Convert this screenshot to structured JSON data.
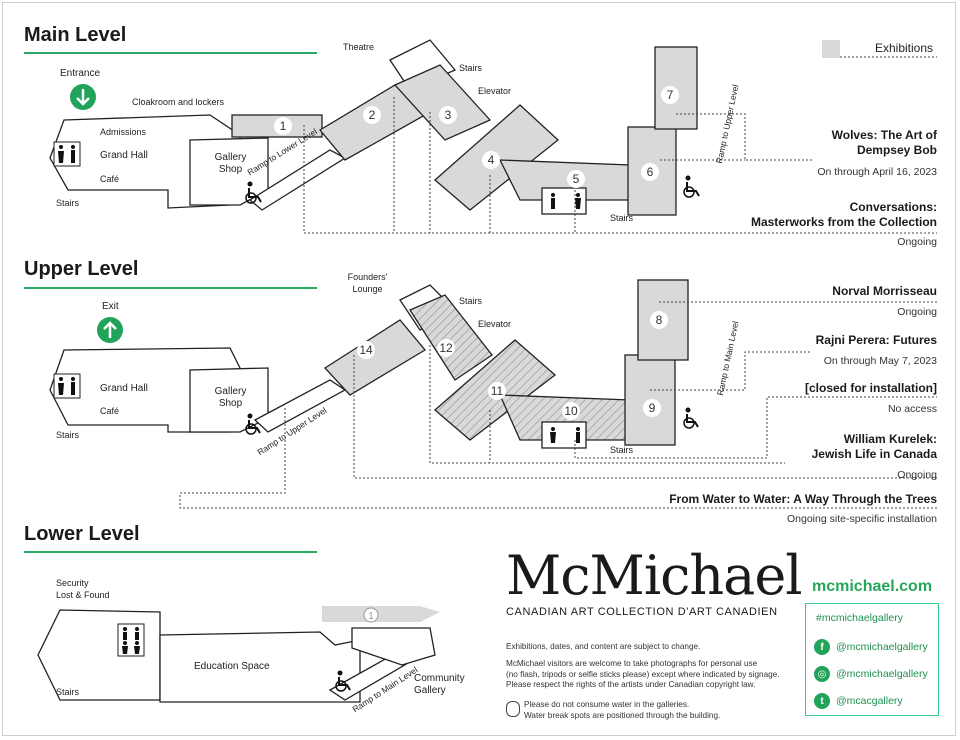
{
  "levels": {
    "main": "Main Level",
    "upper": "Upper Level",
    "lower": "Lower Level"
  },
  "legend": {
    "exhibitions": "Exhibitions"
  },
  "main_labels": {
    "entrance": "Entrance",
    "cloakroom": "Cloakroom and lockers",
    "admissions": "Admissions",
    "grand_hall": "Grand Hall",
    "cafe": "Café",
    "stairs": "Stairs",
    "gallery_shop_1": "Gallery",
    "gallery_shop_2": "Shop",
    "ramp": "Ramp to Lower Level",
    "theatre": "Theatre",
    "stairs_right": "Stairs",
    "elevator": "Elevator",
    "stairs_bottom": "Stairs",
    "ramp_upper": "Ramp to Upper Level",
    "rooms": [
      "1",
      "2",
      "3",
      "4",
      "5",
      "6",
      "7"
    ]
  },
  "upper_labels": {
    "exit": "Exit",
    "founders_1": "Founders'",
    "founders_2": "Lounge",
    "grand_hall": "Grand Hall",
    "cafe": "Café",
    "stairs": "Stairs",
    "gallery_shop_1": "Gallery",
    "gallery_shop_2": "Shop",
    "ramp": "Ramp to Upper Level",
    "stairs_right": "Stairs",
    "elevator": "Elevator",
    "stairs_bottom": "Stairs",
    "ramp_main": "Ramp to Main Level",
    "rooms": [
      "8",
      "9",
      "10",
      "11",
      "12",
      "14"
    ]
  },
  "lower_labels": {
    "security_1": "Security",
    "security_2": "Lost & Found",
    "education": "Education Space",
    "stairs": "Stairs",
    "ramp": "Ramp to Main Level",
    "community_1": "Community",
    "community_2": "Gallery",
    "room": "1"
  },
  "exhibitions": [
    {
      "title_lines": [
        "Wolves: The Art of",
        "Dempsey Bob"
      ],
      "subtitle": "On through April 16, 2023"
    },
    {
      "title_lines": [
        "Conversations:",
        "Masterworks from the Collection"
      ],
      "subtitle": "Ongoing"
    },
    {
      "title_lines": [
        "Norval Morrisseau"
      ],
      "subtitle": "Ongoing"
    },
    {
      "title_lines": [
        "Rajni Perera: Futures"
      ],
      "subtitle": "On through May 7, 2023"
    },
    {
      "title_lines": [
        "[closed for installation]"
      ],
      "subtitle": "No access"
    },
    {
      "title_lines": [
        "William Kurelek:",
        "Jewish Life in Canada"
      ],
      "subtitle": "Ongoing"
    },
    {
      "title_lines": [
        "From Water to Water: A Way Through the Trees"
      ],
      "subtitle": "Ongoing site-specific installation"
    }
  ],
  "brand": {
    "wordmark": "McMichael",
    "tagline": "CANADIAN ART COLLECTION D'ART CANADIEN",
    "website": "mcmichael.com",
    "hashtag": "#mcmichaelgallery",
    "social": [
      {
        "icon": "facebook-icon",
        "handle": "@mcmichaelgallery"
      },
      {
        "icon": "instagram-icon",
        "handle": "@mcmichaelgallery"
      },
      {
        "icon": "twitter-icon",
        "handle": "@mcacgallery"
      }
    ]
  },
  "notes": {
    "note1": "Exhibitions, dates, and content are subject to change.",
    "note2_l1": "McMichael visitors are welcome to take photographs for personal use",
    "note2_l2": "(no flash, tripods or selfie sticks please) except where indicated by signage.",
    "note2_l3": "Please respect the rights of the artists under Canadian copyright law.",
    "note3_l1": "Please do not consume water in the galleries.",
    "note3_l2": "Water break spots are positioned through the building."
  },
  "colors": {
    "accent": "#2aa868",
    "gallery_fill": "#d9d9d9",
    "wall": "#222222"
  }
}
